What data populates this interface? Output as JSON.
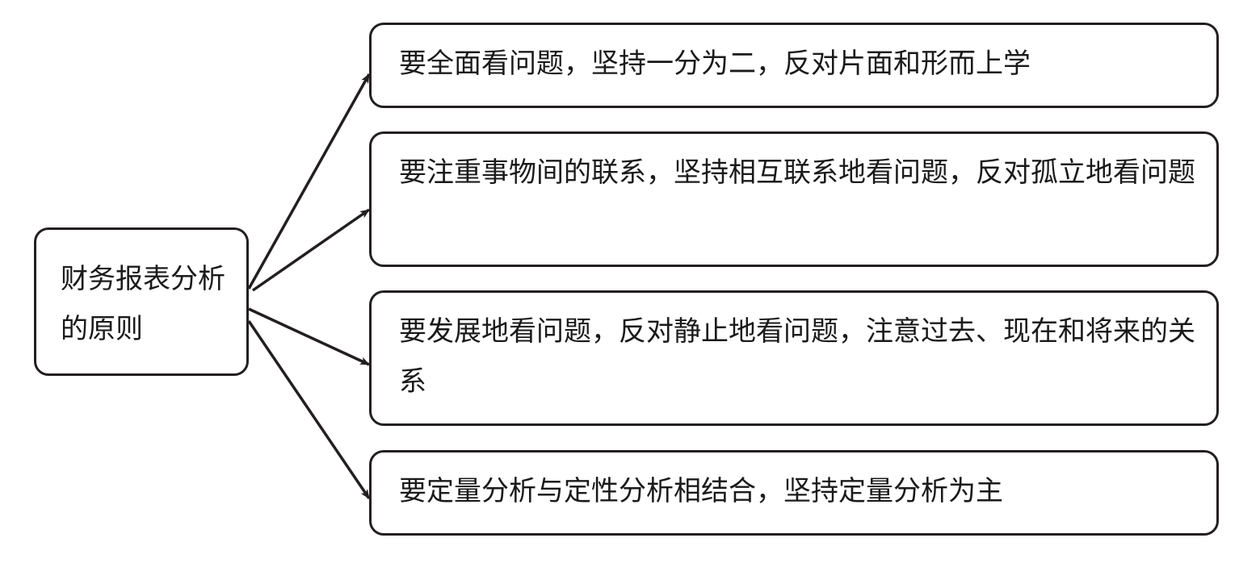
{
  "diagram": {
    "root": {
      "label": "财务报表分析的原则"
    },
    "children": [
      {
        "label": "要全面看问题，坚持一分为二，反对片面和形而上学"
      },
      {
        "label": "要注重事物间的联系，坚持相互联系地看问题，反对孤立地看问题"
      },
      {
        "label": "要发展地看问题，反对静止地看问题，注意过去、现在和将来的关系"
      },
      {
        "label": "要定量分析与定性分析相结合，坚持定量分析为主"
      }
    ],
    "colors": {
      "stroke": "#231f20",
      "background": "#ffffff",
      "text": "#1a1a1a"
    }
  }
}
